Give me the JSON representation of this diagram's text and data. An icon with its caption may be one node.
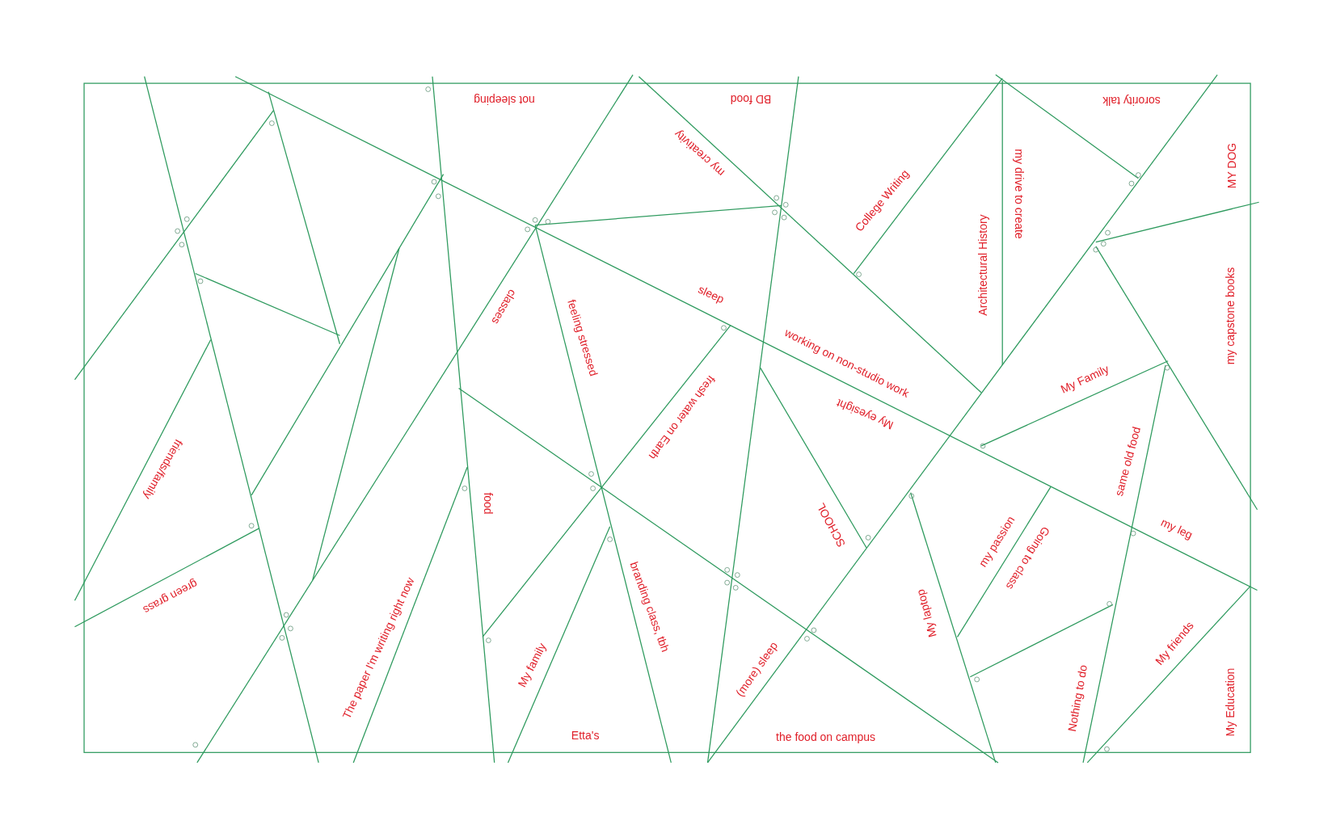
{
  "diagram": {
    "labels": [
      "not sleeping",
      "BD food",
      "sorority talk",
      "my creativity",
      "MY DOG",
      "College Writing",
      "my drive to create",
      "Architectural History",
      "my capstone books",
      "classes",
      "feeling stressed",
      "sleep",
      "working on non-studio work",
      "My Family",
      "fresh water on Earth",
      "My eyesight",
      "friends/family",
      "same old food",
      "food",
      "SCHOOL",
      "my leg",
      "my passion",
      "Going to class",
      "green grass",
      "The paper I'm writing right now",
      "branding class, tbh",
      "My laptop",
      "My family",
      "(more) sleep",
      "Nothing to do",
      "My friends",
      "Etta's",
      "the food on campus",
      "My Education"
    ]
  }
}
